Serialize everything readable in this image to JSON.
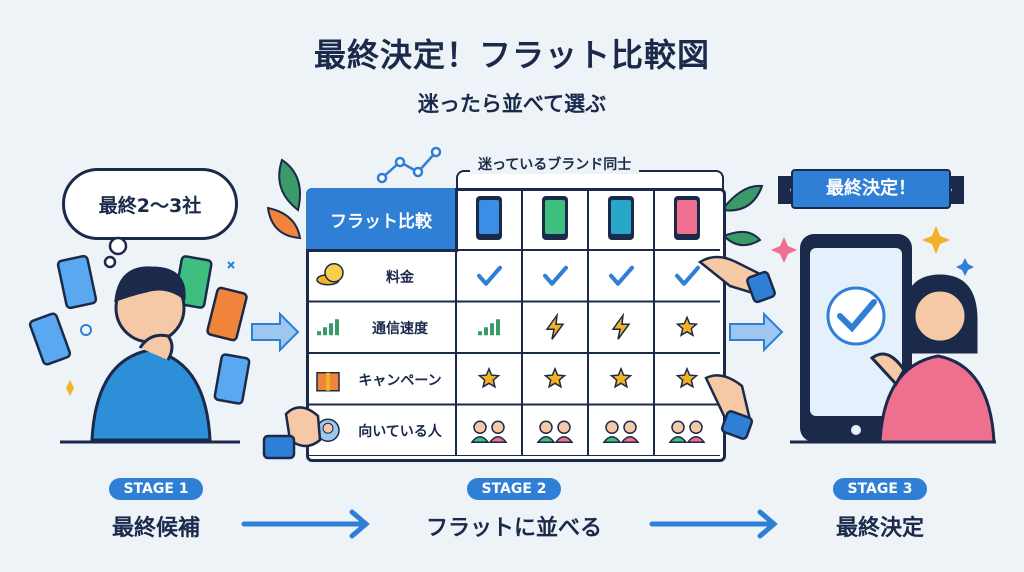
{
  "header": {
    "title": "最終決定！フラット比較図",
    "subtitle": "迷ったら並べて選ぶ"
  },
  "bubble": {
    "text": "最終2〜3社"
  },
  "comparison": {
    "head_label": "フラット比較",
    "brand_group_label": "迷っているブランド同士",
    "brand_colors": [
      "#3a8ee6",
      "#3fbf7f",
      "#27a8c9",
      "#ef6f8f"
    ],
    "rows": [
      {
        "label": "料金",
        "icon": "coin-icon",
        "cells": [
          "check-icon",
          "check-icon",
          "check-icon",
          "check-icon"
        ]
      },
      {
        "label": "通信速度",
        "icon": "signal-bars-icon",
        "cells": [
          "signal-bars-icon",
          "lightning-icon",
          "lightning-icon",
          "star-icon"
        ]
      },
      {
        "label": "キャンペーン",
        "icon": "gift-icon",
        "cells": [
          "star-icon",
          "star-icon",
          "star-icon",
          "star-icon"
        ]
      },
      {
        "label": "向いている人",
        "icon": "person-icon",
        "cells": [
          "people-icon",
          "people-icon",
          "people-icon",
          "people-icon"
        ]
      }
    ]
  },
  "final": {
    "ribbon": "最終決定！"
  },
  "stages": [
    {
      "pill": "STAGE 1",
      "text": "最終候補"
    },
    {
      "pill": "STAGE 2",
      "text": "フラットに並べる"
    },
    {
      "pill": "STAGE 3",
      "text": "最終決定"
    }
  ],
  "colors": {
    "accent": "#2f7fd6",
    "navy": "#1b2a4a",
    "background": "#eef3f8",
    "check": "#2f7fd6",
    "star": "#f2b224",
    "lightning": "#f2b224"
  }
}
